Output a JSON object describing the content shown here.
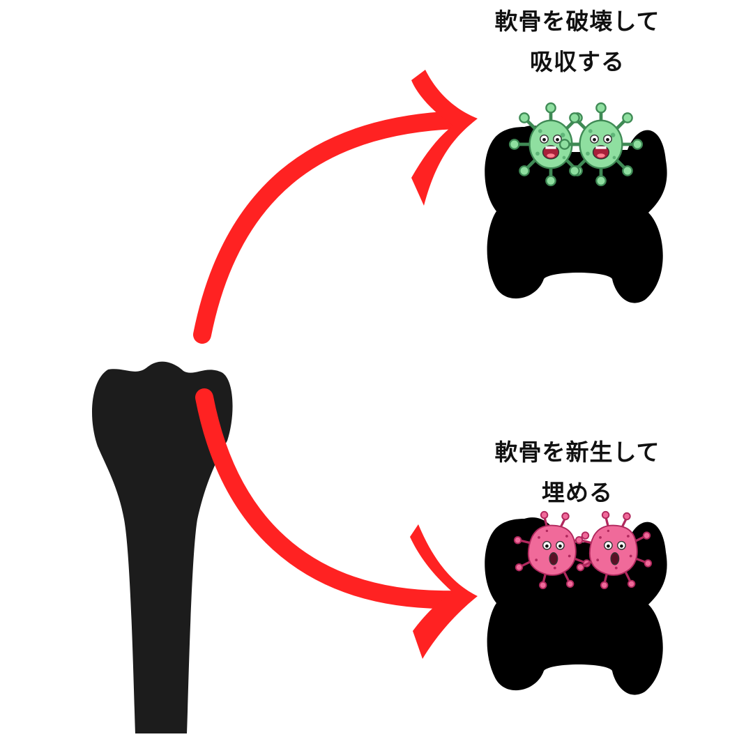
{
  "diagram": {
    "top_label": {
      "line1": "軟骨を破壊して",
      "line2": "吸収する"
    },
    "bottom_label": {
      "line1": "軟骨を新生して",
      "line2": "埋める"
    },
    "colors": {
      "background": "#ffffff",
      "bone": "#1c1c1c",
      "blob": "#000000",
      "arrow": "#ff2222",
      "virus_green": "#8fdfa0",
      "virus_green_dark": "#3f8a55",
      "cell_pink": "#f06a9a",
      "cell_pink_dark": "#b0285d"
    },
    "icons": [
      "bone-icon",
      "arrow-icon",
      "bone-end-icon",
      "virus-icon",
      "cell-icon"
    ]
  }
}
